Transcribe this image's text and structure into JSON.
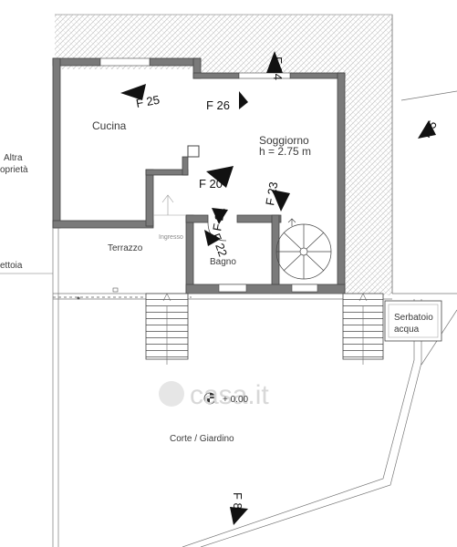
{
  "plan": {
    "rooms": {
      "kitchen": "Cucina",
      "living": "Soggiorno",
      "living_height": "h = 2.75 m",
      "terrace": "Terrazzo",
      "entrance": "Ingresso",
      "bathroom": "Bagno",
      "courtyard": "Corte / Giardino",
      "tank_line1": "Serbatoio",
      "tank_line2": "acqua",
      "other_property_line1": "Altra",
      "other_property_line2": "oprietà",
      "canopy": "ettoia",
      "elevation": "+ 0.00"
    },
    "arrows": {
      "f25": "F 25",
      "f26": "F 26",
      "f24": "F 24",
      "f20": "F 20",
      "f23": "F 23",
      "f21": "F 21",
      "f22": "F 22",
      "f5": "F 5",
      "f8": "F 8"
    },
    "watermark": "casa.it"
  },
  "colors": {
    "wall": "#777777",
    "hatch": "#bdbdbd",
    "line": "#444444"
  }
}
